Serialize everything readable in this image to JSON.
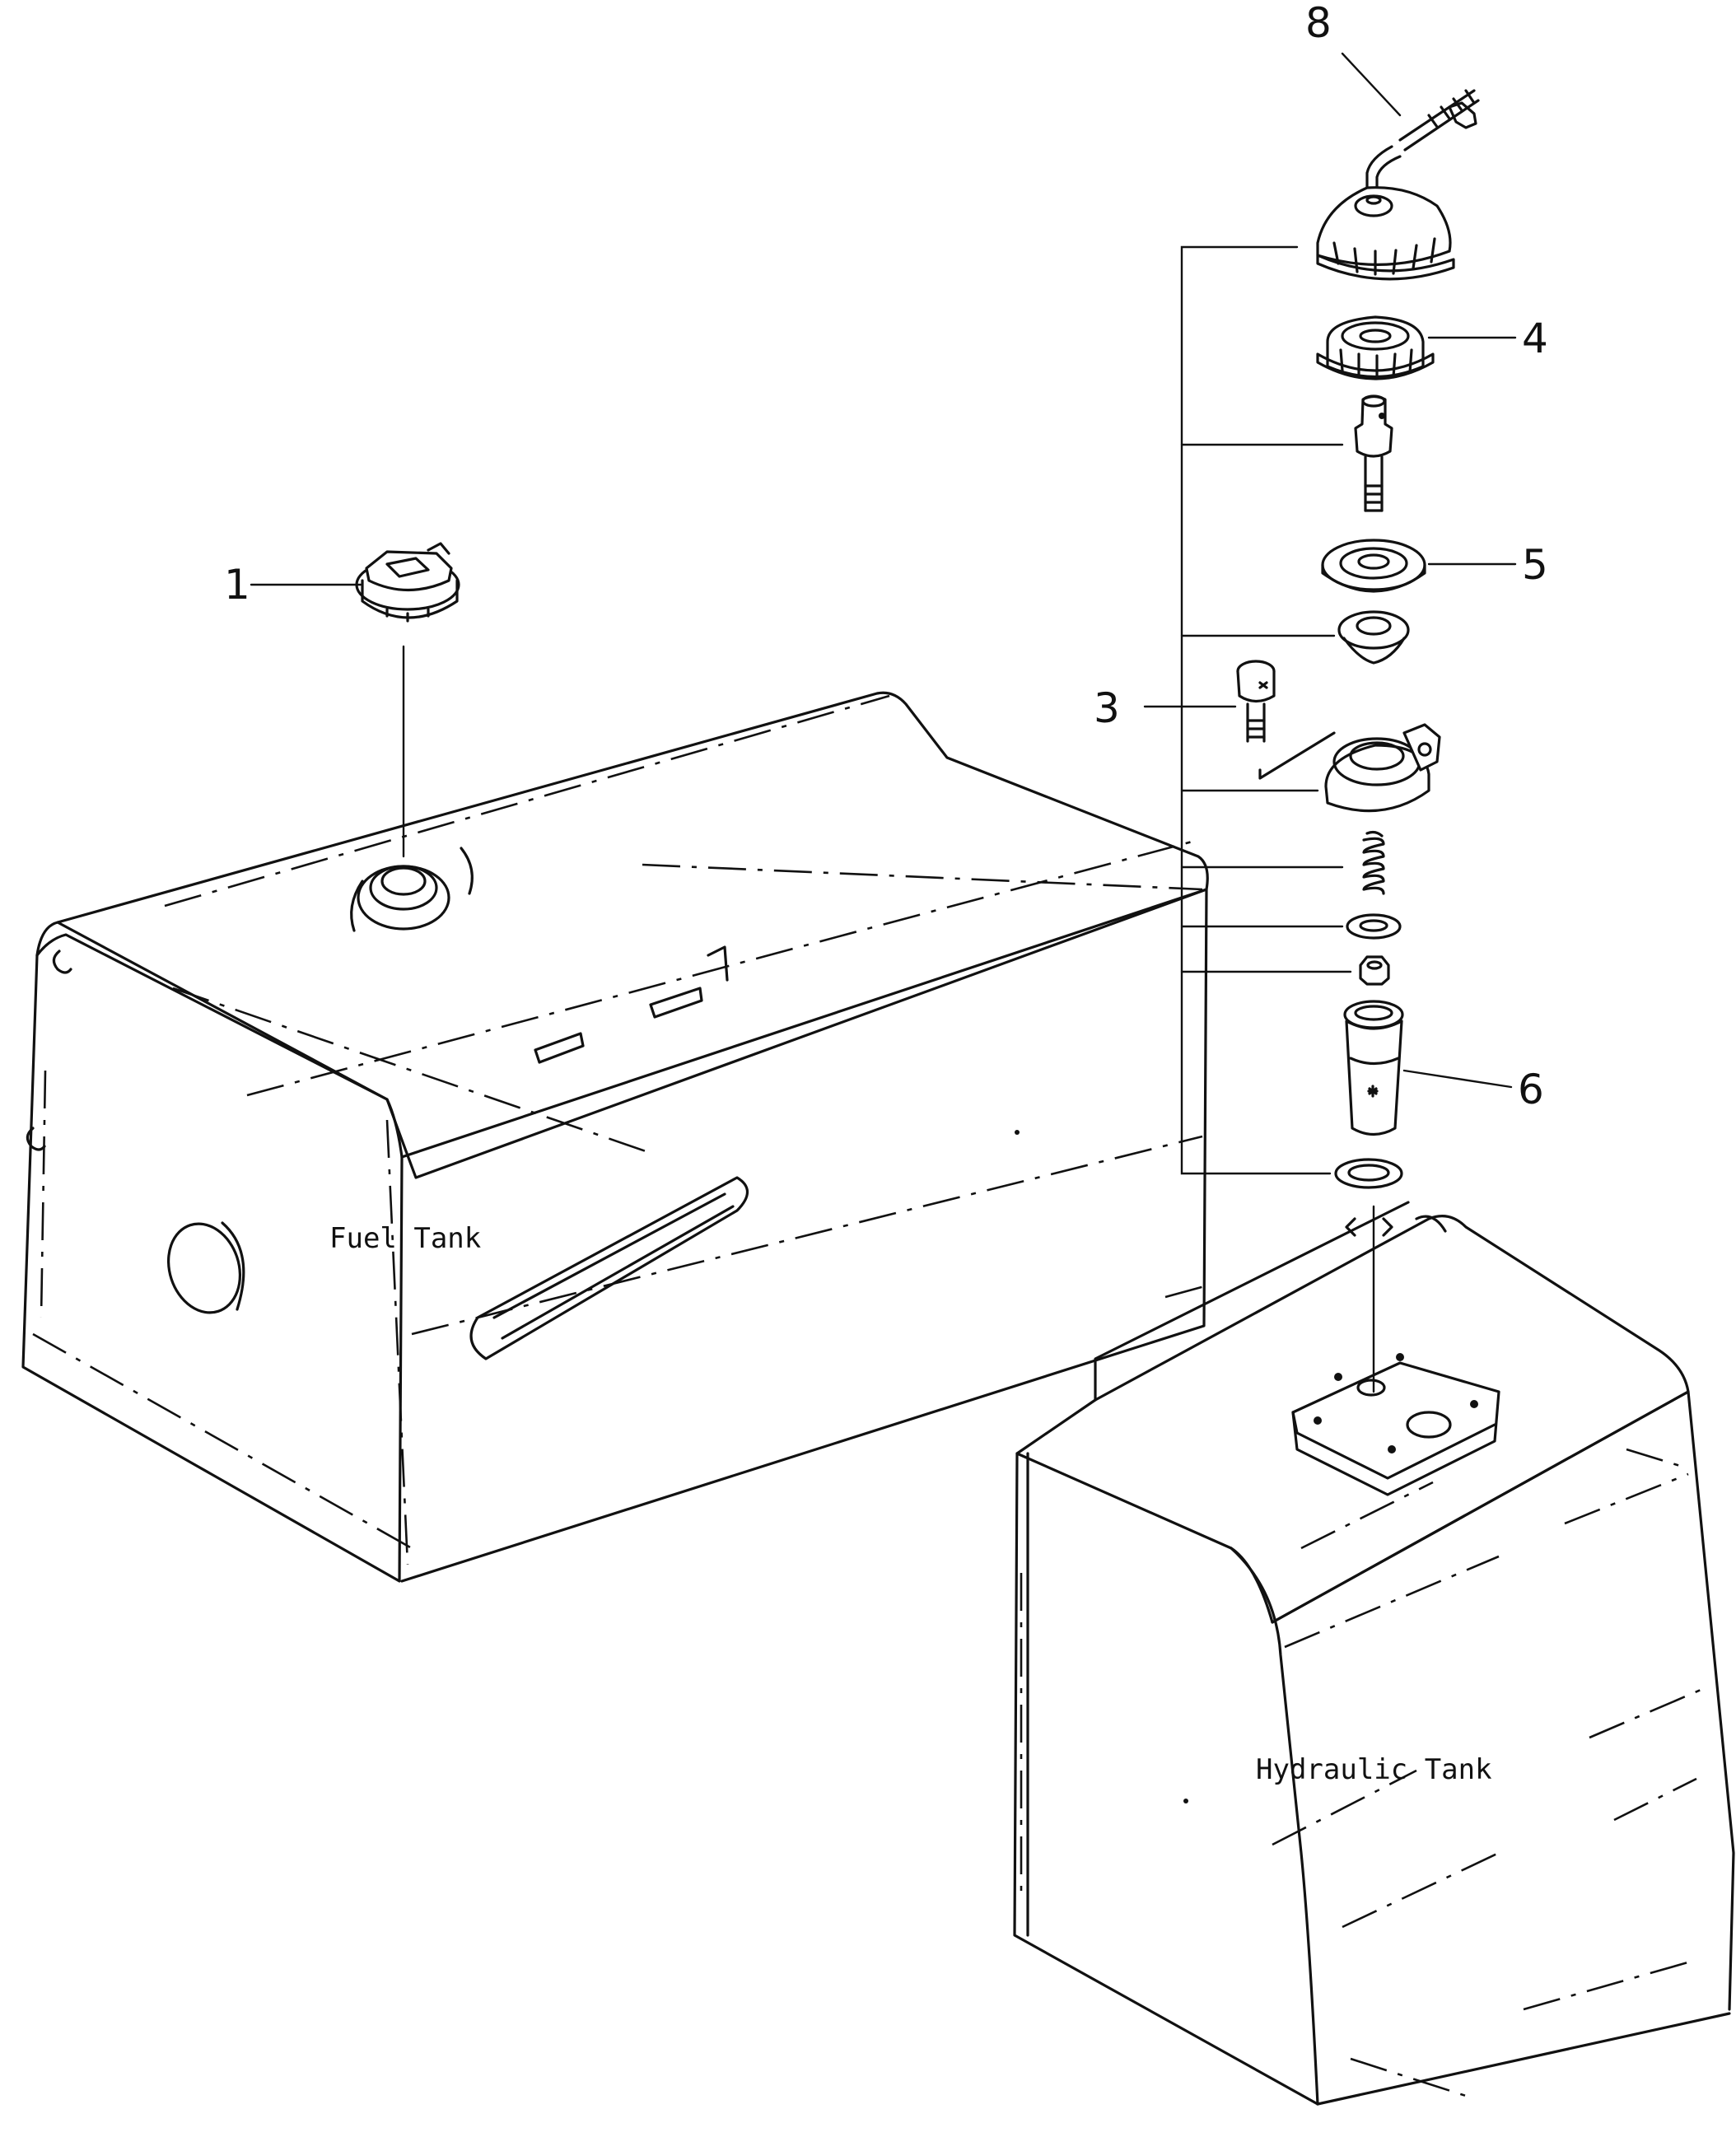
{
  "labels": {
    "fuel_tank": "Fuel Tank",
    "hydraulic_tank": "Hydraulic Tank"
  },
  "callouts": {
    "c1": "1",
    "c3": "3",
    "c4": "4",
    "c5": "5",
    "c6": "6",
    "c8": "8"
  }
}
